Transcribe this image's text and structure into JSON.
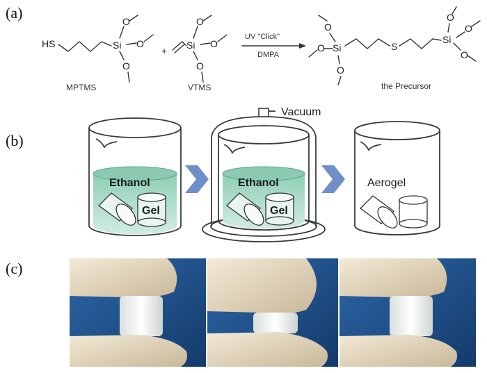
{
  "panels": {
    "a": "(a)",
    "b": "(b)",
    "c": "(c)"
  },
  "reaction": {
    "reactant1_group": "HS",
    "si": "Si",
    "s_atom": "S",
    "plus": "+",
    "condition_top": "UV \"Click\"",
    "condition_bottom": "DMPA",
    "names": [
      "MPTMS",
      "VTMS",
      "the Precursor"
    ]
  },
  "process": {
    "vacuum_label": "Vacuum",
    "liquid_label": "Ethanol",
    "gel_label": "Gel",
    "aerogel_label": "Aerogel"
  },
  "colors": {
    "liquid": "#bfe3d4",
    "liquid_surface": "#8ccbb2",
    "arrow": "#6f8fc8",
    "photo_bg": "#1f4f8a",
    "finger": "#e8dcc4",
    "aerogel_sample": "#f2f4f2"
  }
}
